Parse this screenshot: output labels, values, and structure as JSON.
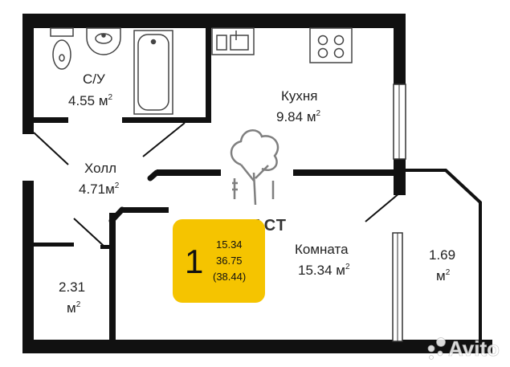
{
  "rooms": {
    "bathroom": {
      "name": "С/У",
      "area": "4.55",
      "unit": "м"
    },
    "kitchen": {
      "name": "Кухня",
      "area": "9.84",
      "unit": "м"
    },
    "hall": {
      "name": "Холл",
      "area": "4.71",
      "unit": "м"
    },
    "room": {
      "name": "Комната",
      "area": "15.34",
      "unit": "м"
    },
    "balcony": {
      "area": "1.69",
      "unit": "м"
    },
    "storage": {
      "area": "2.31",
      "unit": "м"
    },
    "sq": "2"
  },
  "badge": {
    "rooms_count": "1",
    "living_area": "15.34",
    "total_area": "36.75",
    "total_with_balcony": "(38.44)",
    "color": "#f5c400"
  },
  "logo": {
    "text": "ТРАСТ"
  },
  "watermark": {
    "text": "Avito"
  }
}
